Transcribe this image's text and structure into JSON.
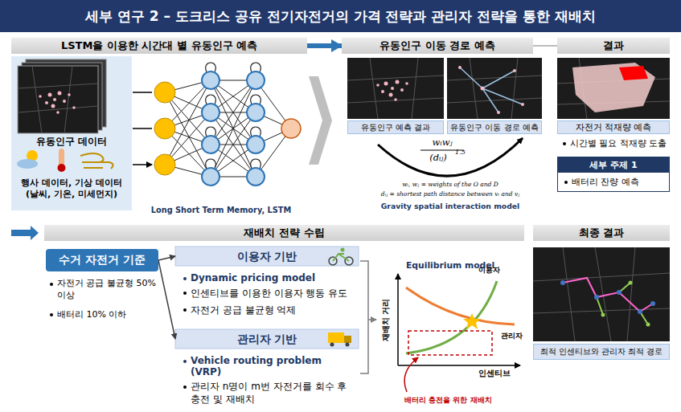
{
  "diagram": {
    "title": "세부 연구 2 – 도크리스 공유 전기자전거의 가격 전략과 관리자 전략을 통한 재배치",
    "nodes": [
      {
        "text": [
          "LSTM을 이용한 시간대 별 유동인구 예측"
        ]
      },
      {
        "text": [
          "유동인구 데이터",
          "행사 데이터, 기상 데이터 (날씨, 기온, 미세먼지)"
        ]
      },
      {
        "text": [
          "유동인구 이동 경로 예측"
        ]
      },
      {
        "text": [
          "유동인구 예측 결과"
        ]
      },
      {
        "text": [
          "유동인구 이동 경로 예측"
        ]
      },
      {
        "text": [
          "결과"
        ]
      },
      {
        "text": [
          "자전거 적재량 예측"
        ]
      },
      {
        "text": [
          "세부 주제 1",
          "배터리 잔량 예측"
        ]
      },
      {
        "text": [
          "재배치 전략 수립"
        ]
      },
      {
        "text": [
          "최종 결과"
        ]
      },
      {
        "text": [
          "수거 자전거 기준"
        ]
      },
      {
        "text": [
          "이용자 기반",
          "Dynamic pricing model",
          "인센티브를 이용한 이용자 행동 유도",
          "자전거 공급 불균형 억제"
        ]
      },
      {
        "text": [
          "관리자 기반",
          "Vehicle routing problem (VRP)",
          "관리자 n명이 m번 자전거를 회수 후 충전 및 재배치"
        ]
      },
      {
        "text": [
          "최적 인센티브와 관리자 최적 경로"
        ]
      }
    ],
    "edges": [
      {
        "from": 0,
        "to": 2,
        "arrow": "to"
      },
      {
        "from": 2,
        "to": 5,
        "arrow": "none"
      },
      {
        "from": 10,
        "to": 11,
        "arrow": "to"
      },
      {
        "from": 10,
        "to": 12,
        "arrow": "to"
      }
    ],
    "labels": [
      "Long Short Term Memory, LSTM",
      "wᵢwⱼ",
      "(dᵢⱼ)",
      "1.5",
      "wᵢ, wⱼ = weights of the O and D",
      "dᵢⱼ = shortest path distance between vᵢ and vⱼ",
      "Gravity spatial interaction model",
      "시간별 필요 적재량 도출",
      "자전거 공급 불균형 50% 이상",
      "배터리 10% 이하",
      "Equilibrium model",
      "재배치 거리",
      "이용자",
      "관리자",
      "인센티브",
      "배터리 충전을 위한 재배치"
    ]
  }
}
